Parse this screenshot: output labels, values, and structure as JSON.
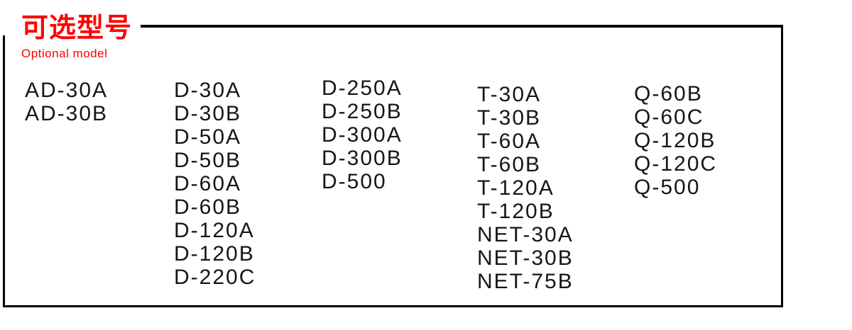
{
  "header": {
    "title_cn": "可选型号",
    "title_en": "Optional model"
  },
  "model_grid": {
    "columns": [
      {
        "models": [
          "AD-30A",
          "AD-30B"
        ]
      },
      {
        "models": [
          "D-30A",
          "D-30B",
          "D-50A",
          "D-50B",
          "D-60A",
          "D-60B",
          "D-120A",
          "D-120B",
          "D-220C"
        ]
      },
      {
        "models": [
          "D-250A",
          "D-250B",
          "D-300A",
          "D-300B",
          "D-500"
        ]
      },
      {
        "models": [
          "T-30A",
          "T-30B",
          "T-60A",
          "T-60B",
          "T-120A",
          "T-120B",
          "NET-30A",
          "NET-30B",
          "NET-75B"
        ]
      },
      {
        "models": [
          "Q-60B",
          "Q-60C",
          "Q-120B",
          "Q-120C",
          "Q-500"
        ]
      }
    ]
  },
  "colors": {
    "accent_red": "#ff0000",
    "text": "#161616",
    "border": "#000000",
    "background": "#ffffff"
  }
}
